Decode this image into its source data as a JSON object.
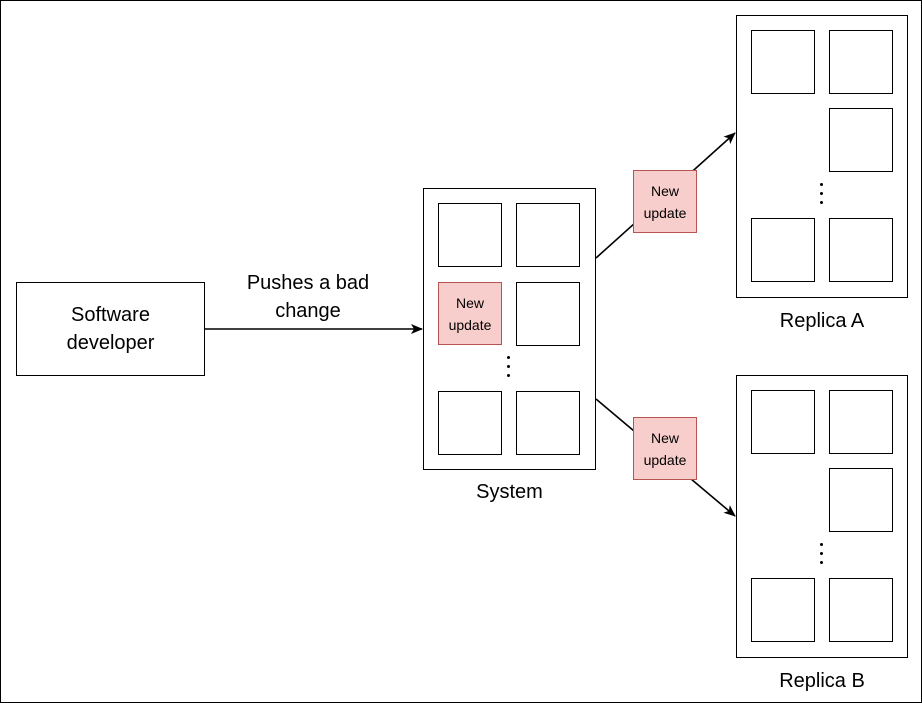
{
  "developer": {
    "line1": "Software",
    "line2": "developer"
  },
  "edge_label": {
    "line1": "Pushes a bad",
    "line2": "change"
  },
  "system": {
    "label": "System"
  },
  "replica_a": {
    "label": "Replica A"
  },
  "replica_b": {
    "label": "Replica B"
  },
  "update_tag": {
    "line1": "New",
    "line2": "update"
  },
  "colors": {
    "update_fill": "#f8cecc",
    "update_stroke": "#b85450",
    "line": "#000000"
  }
}
